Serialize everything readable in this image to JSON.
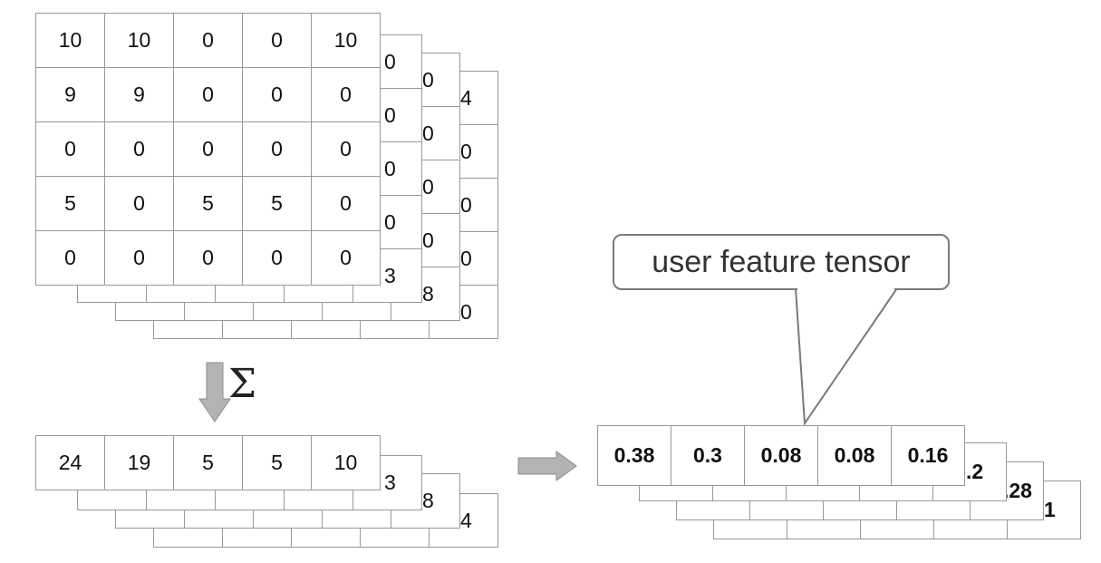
{
  "matrix_stack": {
    "front_rows": [
      [
        "10",
        "10",
        "0",
        "0",
        "10"
      ],
      [
        "9",
        "9",
        "0",
        "0",
        "0"
      ],
      [
        "0",
        "0",
        "0",
        "0",
        "0"
      ],
      [
        "5",
        "0",
        "5",
        "5",
        "0"
      ],
      [
        "0",
        "0",
        "0",
        "0",
        "0"
      ]
    ],
    "layer2_visible_col": [
      "0",
      "0",
      "0",
      "0",
      "3"
    ],
    "layer3_visible_col": [
      "0",
      "0",
      "0",
      "0",
      "8"
    ],
    "layer4_visible_col": [
      "4",
      "0",
      "0",
      "0",
      "0"
    ]
  },
  "sum_symbol": "Σ",
  "sum_stack": {
    "front_values": [
      "24",
      "19",
      "5",
      "5",
      "10"
    ],
    "layer2_visible": "3",
    "layer3_visible": "8",
    "layer4_visible": "4"
  },
  "feature_stack": {
    "front_values": [
      "0.38",
      "0.3",
      "0.08",
      "0.08",
      "0.16"
    ],
    "layer2_visible": ".2",
    "layer3_visible": ".28",
    "layer4_visible": "1"
  },
  "callout_label": "user feature tensor",
  "colors": {
    "grid_line": "#999999",
    "arrow_fill": "#b3b3b3",
    "arrow_stroke": "#8c8c8c",
    "callout_border": "#7a7a7a"
  }
}
